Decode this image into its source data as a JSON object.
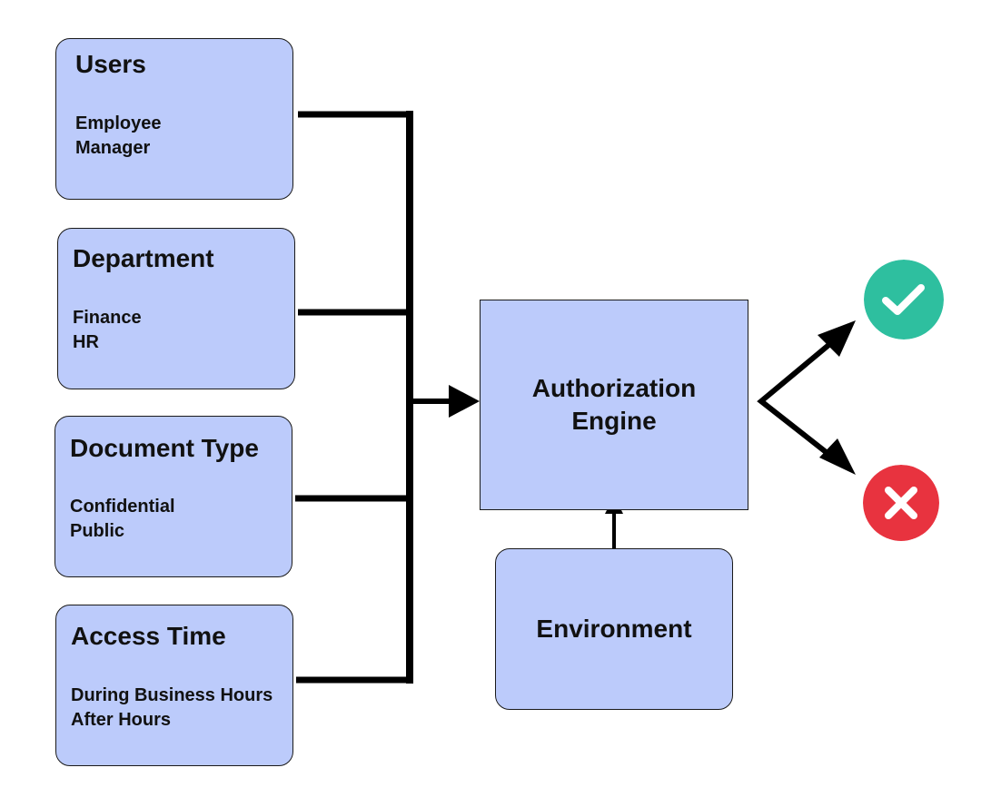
{
  "nodes": {
    "users": {
      "title": "Users",
      "items": [
        "Employee",
        "Manager"
      ]
    },
    "department": {
      "title": "Department",
      "items": [
        "Finance",
        "HR"
      ]
    },
    "document_type": {
      "title": "Document Type",
      "items": [
        "Confidential",
        "Public"
      ]
    },
    "access_time": {
      "title": "Access Time",
      "items": [
        "During Business Hours",
        "After Hours"
      ]
    },
    "engine": {
      "title": "Authorization\nEngine"
    },
    "environment": {
      "title": "Environment"
    }
  },
  "outcomes": {
    "allow": {
      "icon": "check-icon",
      "color": "#2ebf9f"
    },
    "deny": {
      "icon": "close-icon",
      "color": "#e8333f"
    }
  },
  "colors": {
    "node_fill": "#bccbfb",
    "stroke": "#000000"
  }
}
